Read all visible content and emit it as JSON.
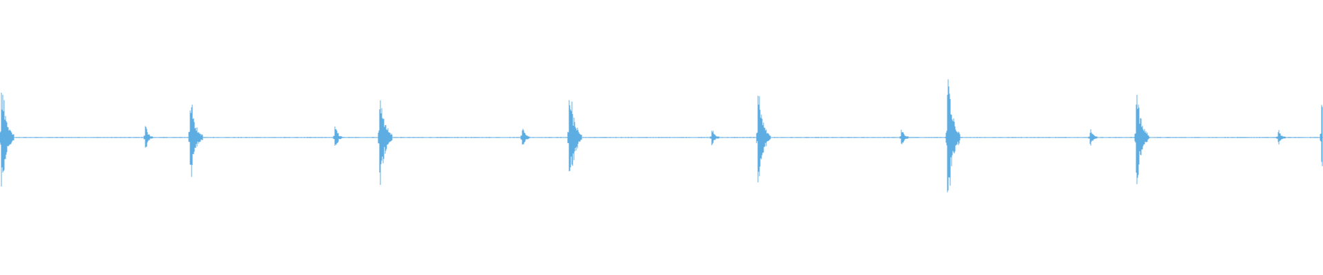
{
  "waveform": {
    "color": "#5dade2",
    "background": "#ffffff",
    "baseline_amplitude": 0.004,
    "clicks": [
      {
        "t": 0.001,
        "amp": 0.4,
        "kind": "major"
      },
      {
        "t": 0.11,
        "amp": 0.09,
        "kind": "minor"
      },
      {
        "t": 0.144,
        "amp": 0.29,
        "kind": "major"
      },
      {
        "t": 0.253,
        "amp": 0.1,
        "kind": "minor"
      },
      {
        "t": 0.287,
        "amp": 0.36,
        "kind": "major"
      },
      {
        "t": 0.395,
        "amp": 0.1,
        "kind": "minor"
      },
      {
        "t": 0.43,
        "amp": 0.38,
        "kind": "major"
      },
      {
        "t": 0.538,
        "amp": 0.07,
        "kind": "minor"
      },
      {
        "t": 0.573,
        "amp": 0.33,
        "kind": "major"
      },
      {
        "t": 0.681,
        "amp": 0.06,
        "kind": "minor"
      },
      {
        "t": 0.716,
        "amp": 0.52,
        "kind": "major"
      },
      {
        "t": 0.824,
        "amp": 0.07,
        "kind": "minor"
      },
      {
        "t": 0.859,
        "amp": 0.34,
        "kind": "major"
      },
      {
        "t": 0.966,
        "amp": 0.06,
        "kind": "minor"
      },
      {
        "t": 0.999,
        "amp": 0.24,
        "kind": "major"
      }
    ]
  }
}
